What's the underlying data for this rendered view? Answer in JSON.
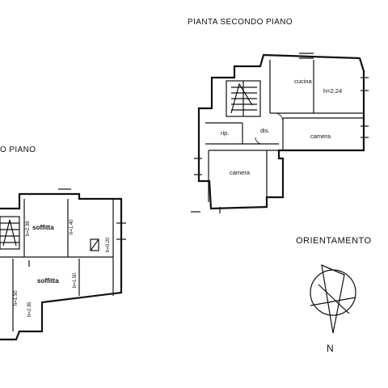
{
  "titles": {
    "second_floor": "PIANTA SECONDO PIANO",
    "first_floor_partial": "O PIANO",
    "orientation": "ORIENTAMENTO",
    "north": "N"
  },
  "second_floor": {
    "rooms": {
      "kitchen": "cucina",
      "kitchen_height": "h=2.24",
      "storage": "rip.",
      "hall": "dis.",
      "bedroom_right": "camera",
      "bedroom_left": "camera"
    }
  },
  "attic_floor": {
    "rooms": {
      "attic_top": "soffitta",
      "attic_bottom": "soffitta"
    },
    "heights": {
      "h_2_38": "h=2.38",
      "h_1_40": "h=1.40",
      "h_0_20": "h=0.20",
      "h_1_50_mid": "h=1.50",
      "h_1_50_left": "h=1.50",
      "h_2_35": "h=2.35"
    }
  }
}
